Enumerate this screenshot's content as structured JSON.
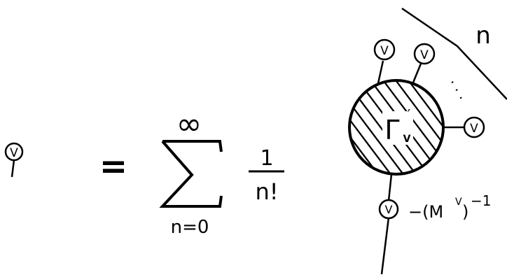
{
  "equation": {
    "vertex_symbol": "V",
    "equals": "=",
    "sum_upper": "∞",
    "sum_lower": "n=0",
    "fraction_numerator": "1",
    "fraction_denominator": "n!",
    "gamma_label": "Γ",
    "gamma_prime": "′",
    "gamma_subscript": "V",
    "n_label": "n",
    "ellipsis": "·  ·  ·",
    "propagator_label": "−(M",
    "propagator_sup": "V",
    "propagator_close": ")",
    "propagator_exp": "−1"
  }
}
